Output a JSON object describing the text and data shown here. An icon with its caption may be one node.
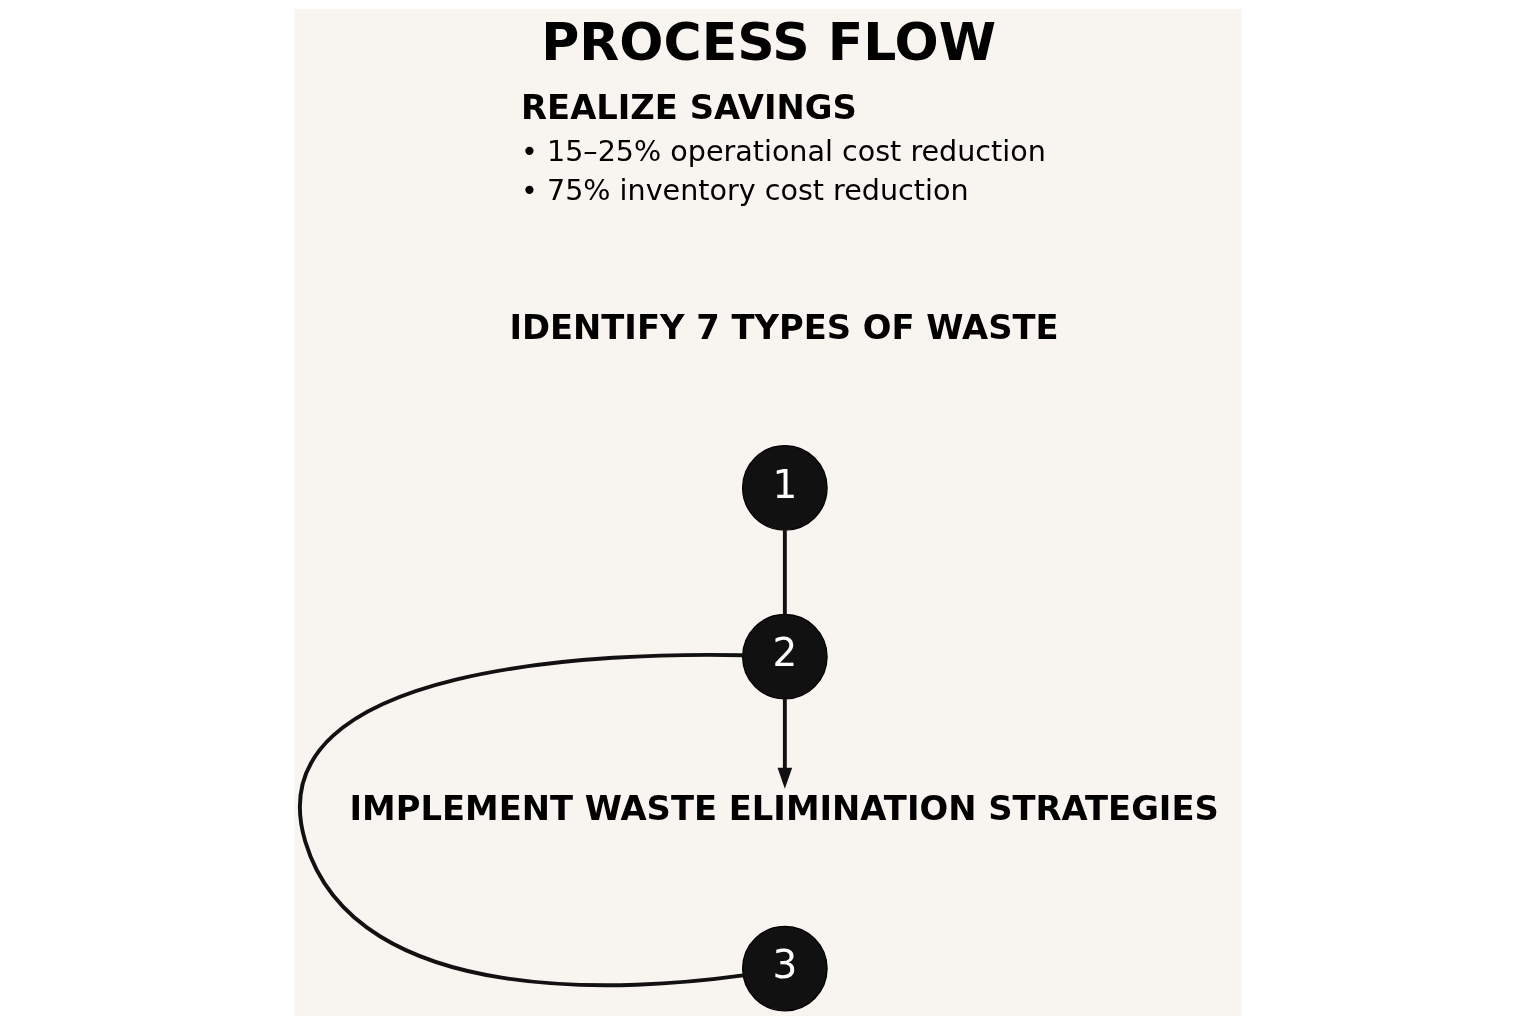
{
  "diagram": {
    "title": "PROCESS FLOW",
    "nodes": [
      {
        "text": [
          "1"
        ]
      },
      {
        "text": [
          "IDENTIFY 7 TYPES OF WASTE"
        ]
      },
      {
        "text": [
          "2"
        ]
      },
      {
        "text": [
          "IMPLEMENT WASTE ELIMINATION STRATEGIES"
        ]
      },
      {
        "text": [
          "3"
        ]
      },
      {
        "text": [
          "REALIZE SAVINGS",
          "• 15–25% operational cost reduction",
          "• 75% inventory cost reduction"
        ]
      }
    ],
    "edges": [
      {
        "from": 0,
        "to": 2,
        "arrow": "none"
      },
      {
        "from": 2,
        "to": 3,
        "arrow": "to"
      },
      {
        "from": 2,
        "to": 4,
        "arrow": "none"
      }
    ]
  }
}
